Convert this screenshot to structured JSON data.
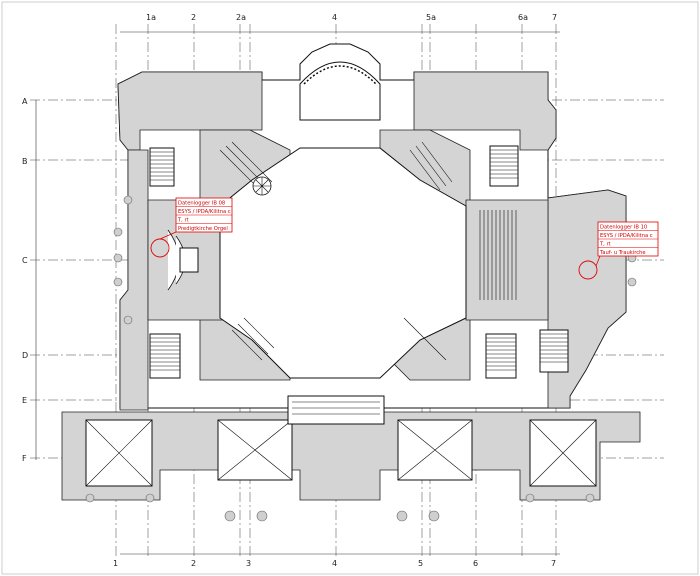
{
  "grid": {
    "top_labels": [
      "1a",
      "2",
      "2a",
      "4",
      "5a",
      "6a",
      "7"
    ],
    "bottom_labels": [
      "1",
      "2",
      "3",
      "4",
      "5",
      "6",
      "7"
    ],
    "left_labels": [
      "A",
      "B",
      "C",
      "D",
      "E",
      "F"
    ]
  },
  "callouts": {
    "left": {
      "lines": [
        "Datenlogger IB 08",
        "ESYS / IPDA/Kilitna c",
        "T, rt",
        "Predigtkirche Orgel"
      ]
    },
    "right": {
      "lines": [
        "Datenlogger IB 10",
        "ESYS / IPDA/Kilitna c",
        "T, rt",
        "Tauf- u Traukirche"
      ]
    }
  }
}
